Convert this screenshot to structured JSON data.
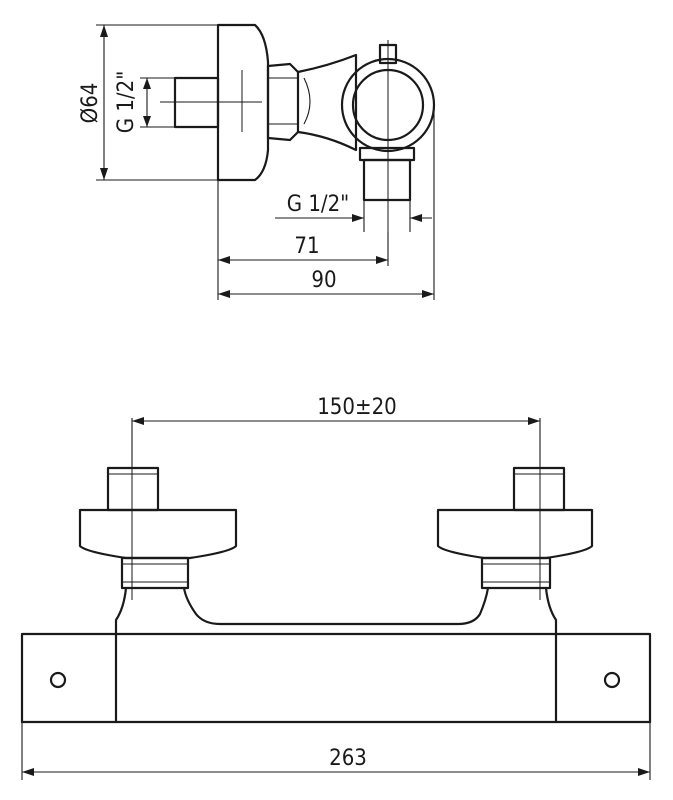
{
  "side_view": {
    "dims": {
      "diameter": "Ø64",
      "inlet_thread": "G 1/2\"",
      "outlet_thread": "G 1/2\"",
      "projection_inner": "71",
      "projection_outer": "90"
    }
  },
  "front_view": {
    "dims": {
      "inlet_spacing": "150±20",
      "overall_width": "263"
    }
  }
}
